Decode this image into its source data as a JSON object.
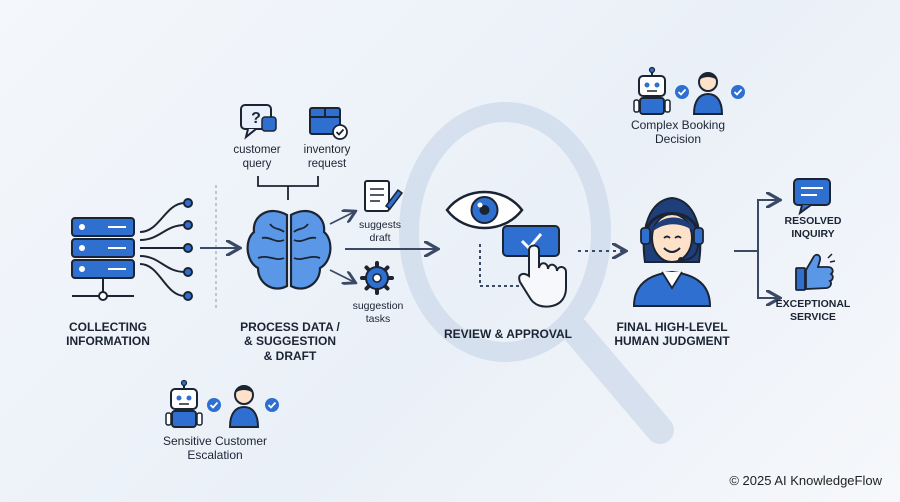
{
  "colors": {
    "primary": "#2f6fd0",
    "light": "#7fb0ee",
    "dark": "#1b2433",
    "arrow": "#3a4a66",
    "lens": "#c9d6e6"
  },
  "icons": [
    "server-icon",
    "brain-icon",
    "chat-question-icon",
    "inventory-box-icon",
    "document-pen-icon",
    "gear-icon",
    "eye-icon",
    "approve-button-icon",
    "hand-cursor-icon",
    "robot-icon",
    "person-icon",
    "check-icon",
    "support-agent-icon",
    "speech-bubble-icon",
    "thumbs-up-icon",
    "magnifier-icon"
  ],
  "steps": {
    "collect": "COLLECTING\nINFORMATION",
    "process": "PROCESS DATA /\n& SUGGESTION\n& DRAFT",
    "review": "REVIEW & APPROVAL",
    "final": "FINAL HIGH-LEVEL\nHUMAN JUDGMENT"
  },
  "inputs": {
    "query": "customer\nquery",
    "inventory": "inventory\nrequest"
  },
  "suggestions": {
    "draft": "suggests\ndraft",
    "tasks": "suggestion\ntasks"
  },
  "escalations": {
    "top": "Complex Booking\nDecision",
    "bottom": "Sensitive Customer\nEscalation"
  },
  "outcomes": {
    "resolved": "RESOLVED\nINQUIRY",
    "exceptional": "EXCEPTIONAL\nSERVICE"
  },
  "footer": "© 2025 AI KnowledgeFlow"
}
